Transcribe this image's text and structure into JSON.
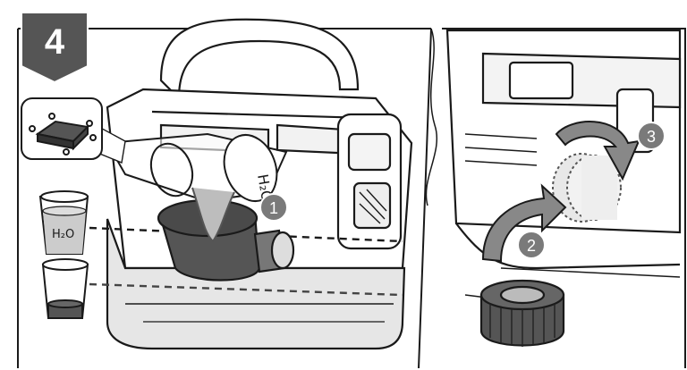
{
  "step": {
    "number": "4"
  },
  "labels": {
    "water_cup": "H₂O",
    "tilted_cup": "H₂O",
    "callout_1": "1",
    "callout_2": "2",
    "callout_3": "3"
  },
  "colors": {
    "badge": "#555555",
    "callout": "#7a7a7a",
    "stroke": "#1a1a1a",
    "tank": "#e6e6e6",
    "funnel": "#555555"
  },
  "icons": {
    "cleaning_tablet": "tablet-icon",
    "rotate_arrow": "curved-arrow-icon",
    "lift_arrow": "curved-arrow-icon"
  }
}
